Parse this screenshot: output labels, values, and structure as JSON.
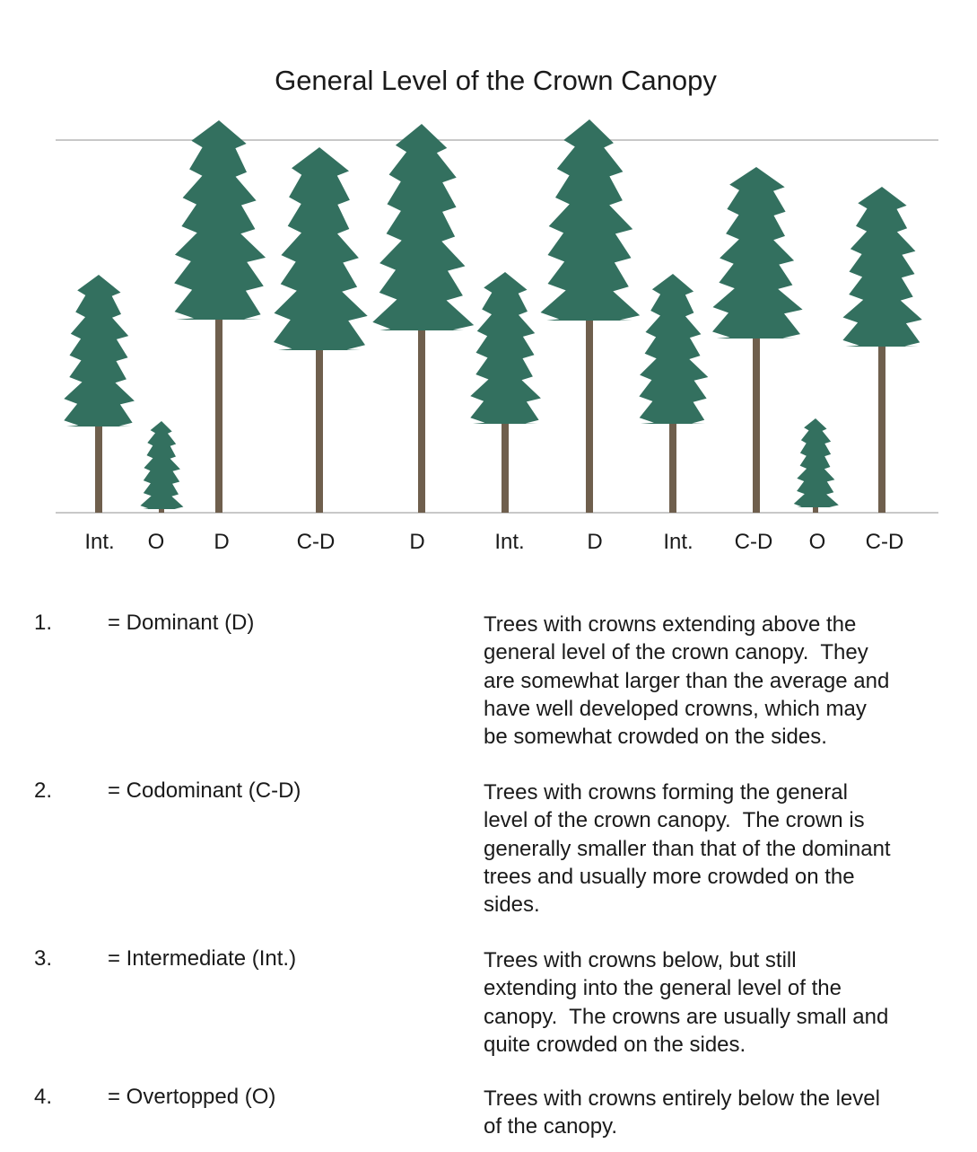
{
  "title": "General Level of the Crown Canopy",
  "colors": {
    "crown": "#33705f",
    "trunk": "#6f5f4d",
    "line": "#c8c8c8"
  },
  "trees": [
    {
      "label": "Int.",
      "class": "Intermediate"
    },
    {
      "label": "O",
      "class": "Overtopped"
    },
    {
      "label": "D",
      "class": "Dominant"
    },
    {
      "label": "C-D",
      "class": "Codominant"
    },
    {
      "label": "D",
      "class": "Dominant"
    },
    {
      "label": "Int.",
      "class": "Intermediate"
    },
    {
      "label": "D",
      "class": "Dominant"
    },
    {
      "label": "Int.",
      "class": "Intermediate"
    },
    {
      "label": "C-D",
      "class": "Codominant"
    },
    {
      "label": "O",
      "class": "Overtopped"
    },
    {
      "label": "C-D",
      "class": "Codominant"
    }
  ],
  "classes": [
    {
      "number": "1.",
      "term": "= Dominant (D)",
      "lines": [
        "Trees with crowns extending above the",
        "general level of the crown canopy.  They",
        "are somewhat larger than the average and",
        "have well developed crowns, which may",
        "be somewhat crowded on the sides."
      ]
    },
    {
      "number": "2.",
      "term": "= Codominant (C-D)",
      "lines": [
        "Trees with crowns forming the general",
        "level of the crown canopy.  The crown is",
        "generally smaller than that of the dominant",
        "trees and usually more crowded on the",
        "sides."
      ]
    },
    {
      "number": "3.",
      "term": "= Intermediate (Int.)",
      "lines": [
        "Trees with crowns below, but still",
        "extending into the general level of the",
        "canopy.  The crowns are usually small and",
        "quite crowded on the sides."
      ]
    },
    {
      "number": "4.",
      "term": "= Overtopped (O)",
      "lines": [
        "Trees with crowns entirely below the level",
        "of the canopy."
      ]
    }
  ]
}
